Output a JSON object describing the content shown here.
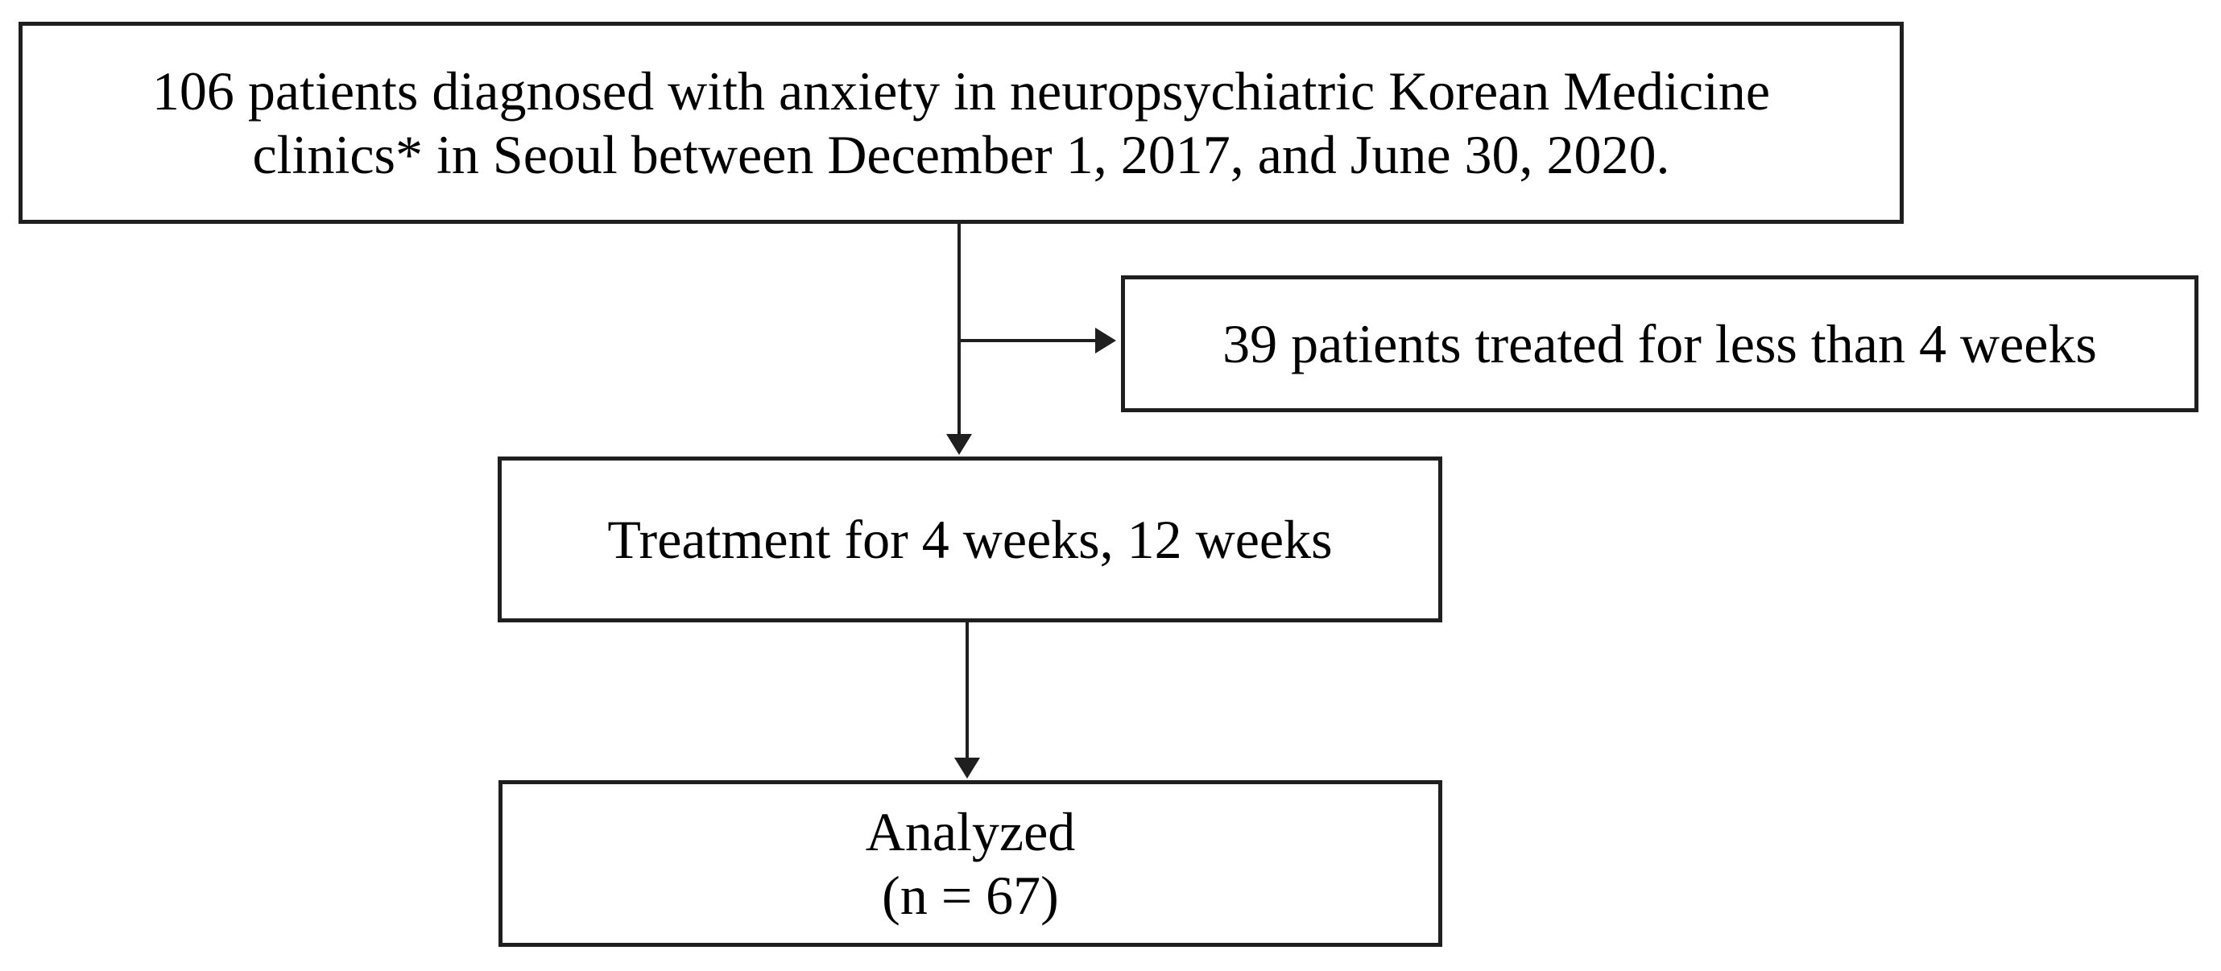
{
  "figure": {
    "type": "patient-flow-diagram",
    "background_color": "#ffffff",
    "stroke_color": "#1f1f1f",
    "text_color": "#000000",
    "boxes": {
      "enrollment": {
        "lines": [
          "106 patients diagnosed with anxiety in neuropsychiatric Korean Medicine",
          "clinics* in Seoul between December 1, 2017, and June 30, 2020."
        ],
        "count": 106
      },
      "excluded": {
        "lines": [
          "39 patients treated for less than 4 weeks"
        ],
        "count": 39
      },
      "treatment": {
        "lines": [
          "Treatment for 4 weeks, 12 weeks"
        ]
      },
      "analyzed": {
        "lines": [
          "Analyzed",
          "(n = 67)"
        ],
        "count": 67
      }
    },
    "arrows": [
      {
        "from": "enrollment",
        "to": "treatment",
        "direction": "down"
      },
      {
        "from": "enrollment-branch",
        "to": "excluded",
        "direction": "right"
      },
      {
        "from": "treatment",
        "to": "analyzed",
        "direction": "down"
      }
    ]
  }
}
